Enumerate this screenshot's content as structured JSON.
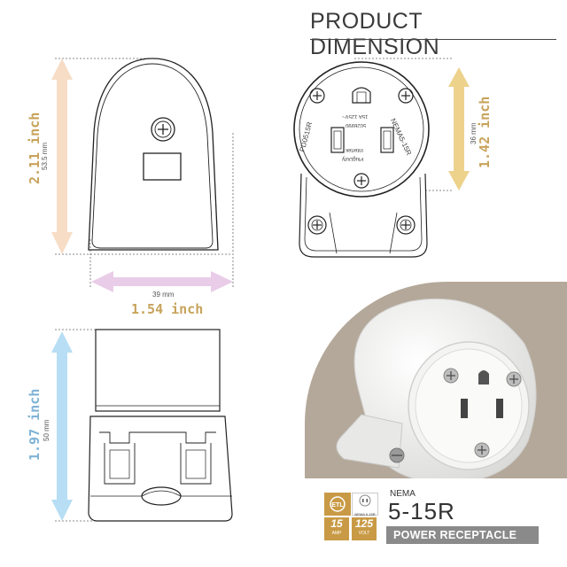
{
  "title": "PRODUCT DIMENSION",
  "dimensions": {
    "height": {
      "inch": "2.11 inch",
      "mm": "53.5 mm"
    },
    "width": {
      "inch": "1.54 inch",
      "mm": "39 mm"
    },
    "face": {
      "inch": "1.42 inch",
      "mm": "36 mm"
    },
    "depth": {
      "inch": "1.97 inch",
      "mm": "50 mm"
    }
  },
  "face_markings": {
    "model": "PD0515R",
    "nema_arc": "NEMA5-15R",
    "rating": "15A 125V~",
    "code": "5026990",
    "brand": "PlugDuty",
    "listing": "Intertek"
  },
  "product": {
    "nema_word": "NEMA",
    "nema_code": "5-15R",
    "name": "POWER RECEPTACLE",
    "cert_label": "NEMA 5-15R",
    "amp_value": "15",
    "amp_unit": "AMP",
    "volt_value": "125",
    "volt_unit": "VOLT"
  },
  "colors": {
    "height_arrow": "#f7ddc6",
    "width_arrow": "#e9cde8",
    "face_arrow": "#edd28c",
    "depth_arrow": "#b7def4",
    "label_gold": "#c8a35b",
    "label_blue": "#7fb3d6",
    "photo_bg": "#b4a89a",
    "badge": "#8a8a8a"
  }
}
